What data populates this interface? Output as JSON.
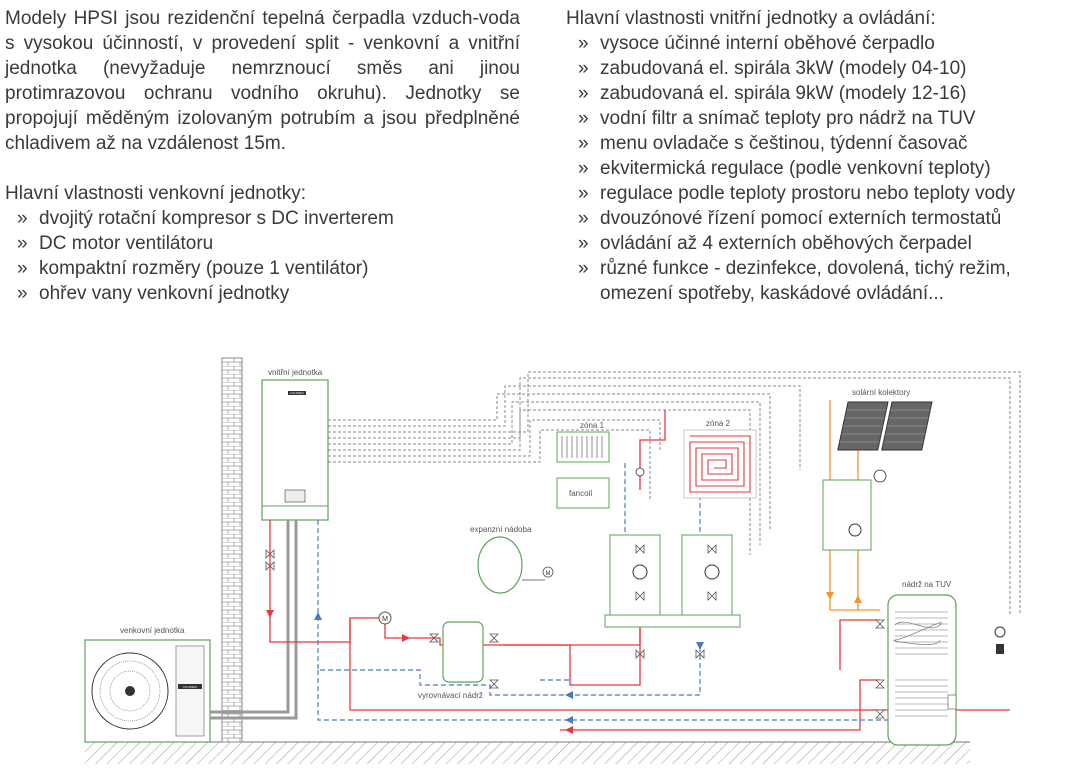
{
  "intro_text": "Modely HPSI jsou rezidenční tepelná čerpadla vzduch-voda s vysokou účinností, v provedení split - venkovní a vnitřní jednotka (nevyžaduje nemrznoucí směs ani jinou protimrazovou ochranu vodního okruhu). Jednotky se propojují měděným izolovaným potrubím a jsou předplněné chladivem až na vzdálenost 15m.",
  "bullet_mark": "»",
  "outdoor_section": {
    "heading": "Hlavní vlastnosti venkovní jednotky:",
    "items": [
      "dvojitý rotační kompresor s DC inverterem",
      "DC motor ventilátoru",
      "kompaktní rozměry (pouze 1 ventilátor)",
      "ohřev vany venkovní jednotky"
    ]
  },
  "indoor_section": {
    "heading": "Hlavní vlastnosti vnitřní jednotky a ovládání:",
    "items": [
      "vysoce účinné interní oběhové čerpadlo",
      "zabudovaná el. spirála 3kW (modely 04-10)",
      "zabudovaná el. spirála 9kW (modely 12-16)",
      "vodní filtr a snímač teploty pro nádrž na TUV",
      "menu ovladače s češtinou, týdenní časovač",
      "ekvitermická regulace (podle venkovní teploty)",
      "regulace podle teploty prostoru nebo teploty vody",
      "dvouzónové řízení pomocí externích termostatů",
      "ovládání až 4 externích oběhových čerpadel"
    ],
    "last_item_line1": "různé funkce - dezinfekce, dovolená, tichý režim,",
    "last_item_line2": "omezení spotřeby, kaskádové ovládání..."
  },
  "diagram_labels": {
    "indoor_unit": "vnitřní jednotka",
    "outdoor_unit": "venkovní jednotka",
    "expansion_vessel": "expanzní nádoba",
    "buffer_tank": "vyrovnávací nádrž",
    "zone1": "zóna 1",
    "zone2": "zóna 2",
    "fancoil": "fancoil",
    "solar": "solární kolektory",
    "dhw_tank": "nádrž na TUV",
    "brand": "HYUNDAI",
    "motor": "M"
  },
  "colors": {
    "text": "#3a3a3a",
    "hot_pipe": "#e8383b",
    "cold_pipe": "#4b7bbf",
    "signal_dash": "#8a8a8a",
    "solar_pipe": "#f0962e",
    "unit_green": "#5aa35a"
  }
}
